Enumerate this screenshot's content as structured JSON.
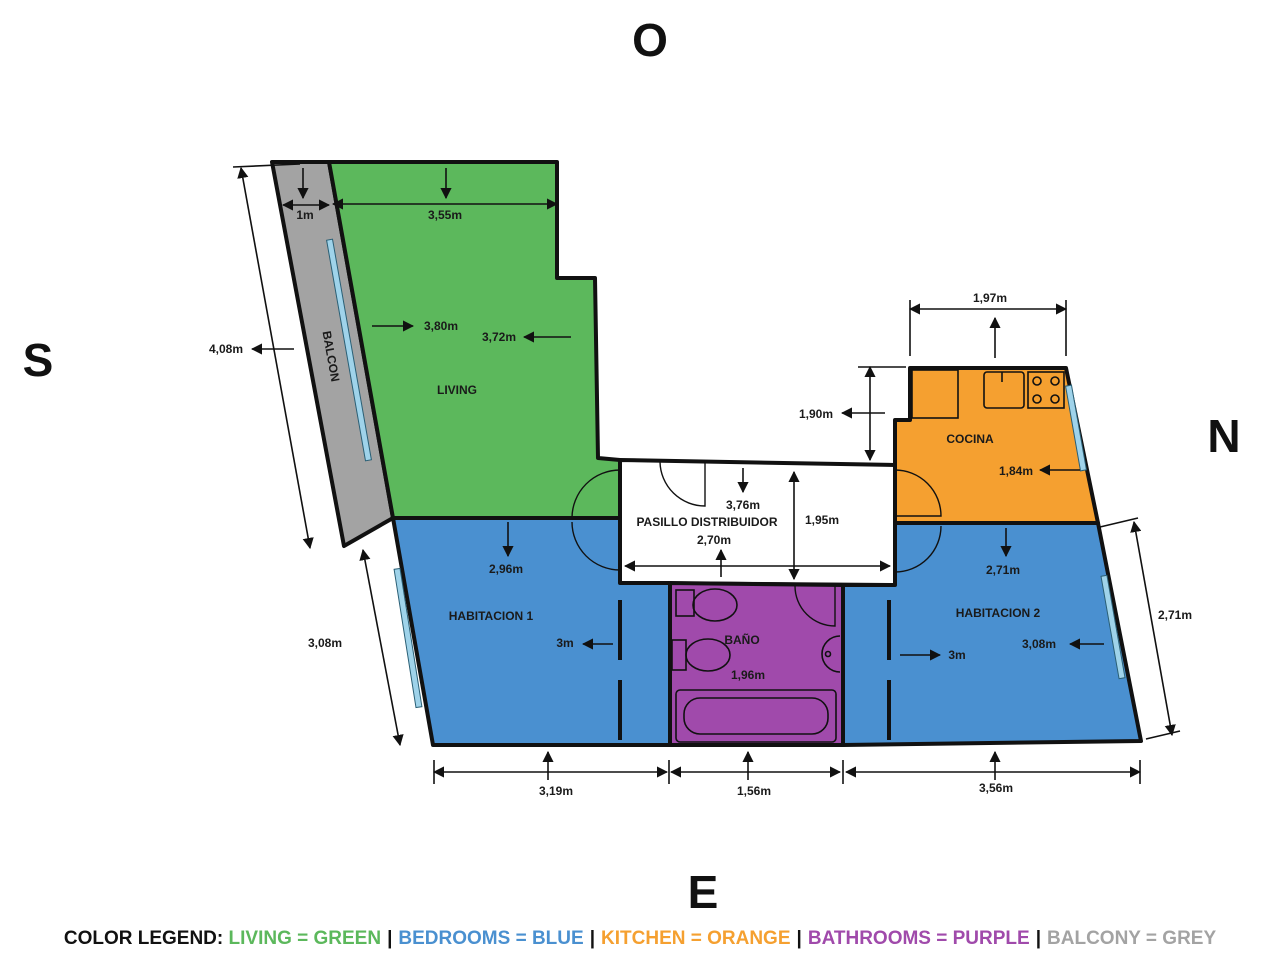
{
  "compass": {
    "north": "N",
    "south": "S",
    "east": "E",
    "west": "O"
  },
  "rooms": {
    "balcony": {
      "label": "BALCON"
    },
    "living": {
      "label": "LIVING"
    },
    "hall": {
      "label": "PASILLO DISTRIBUIDOR"
    },
    "kitchen": {
      "label": "COCINA"
    },
    "bedroom1": {
      "label": "HABITACION 1"
    },
    "bedroom2": {
      "label": "HABITACION 2"
    },
    "bathroom": {
      "label": "BAÑO"
    }
  },
  "dimensions": {
    "balcony_top": "1m",
    "living_top": "3,55m",
    "balcony_length": "4,08m",
    "living_left": "3,80m",
    "living_right": "3,72m",
    "kitchen_top": "1,97m",
    "kitchen_left": "1,90m",
    "kitchen_right": "1,84m",
    "hall_top": "3,76m",
    "hall_height": "1,95m",
    "hall_width": "2,70m",
    "bedroom1_top": "2,96m",
    "bedroom1_right": "3m",
    "bedroom1_left": "3,08m",
    "bathroom_mid": "1,96m",
    "bedroom2_top": "2,71m",
    "bedroom2_left": "3m",
    "bedroom2_right": "3,08m",
    "bedroom2_outer": "2,71m",
    "bottom_left": "3,19m",
    "bottom_mid": "1,56m",
    "bottom_right": "3,56m"
  },
  "colors": {
    "living": "#5cb85c",
    "bedrooms": "#4a90d0",
    "kitchen": "#f5a030",
    "bathroom": "#a04aab",
    "balcony": "#a3a3a3"
  },
  "legend": {
    "title": "COLOR LEGEND:",
    "living": "LIVING = GREEN",
    "bedrooms": "BEDROOMS = BLUE",
    "kitchen": "KITCHEN = ORANGE",
    "bathrooms": "BATHROOMS = PURPLE",
    "balcony": "BALCONY = GREY"
  }
}
